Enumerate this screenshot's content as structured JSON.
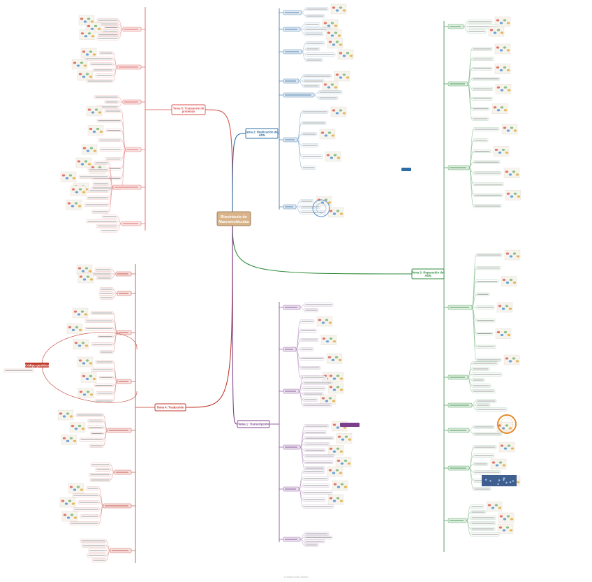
{
  "center": {
    "label_line1": "Biosíntesis de",
    "label_line2": "Macromoléculas",
    "fill": "#d9b48a",
    "stroke": "#8a6a44",
    "text_color": "#ffffff"
  },
  "branches": [
    {
      "id": "tema5",
      "prefix": "Tema 5:",
      "title_line1": "Transporte de",
      "title_line2": "proteínas",
      "color": "#d9534f"
    },
    {
      "id": "tema2",
      "prefix": "Tema 2:",
      "title_line1": "Replicación del",
      "title_line2": "ADN",
      "color": "#2e6da4"
    },
    {
      "id": "tema3",
      "prefix": "Tema 3:",
      "title_line1": "Reparación del",
      "title_line2": "ADN",
      "color": "#2e8b3d"
    },
    {
      "id": "tema4",
      "prefix": "Tema 4:",
      "title_line1": "Traducción",
      "title_line2": "",
      "color": "#c0392b"
    },
    {
      "id": "tema1",
      "prefix": "Tema 1:",
      "title_line1": "Transcripción",
      "title_line2": "",
      "color": "#7b3f8c"
    }
  ],
  "callout": {
    "label": "Código genético"
  },
  "footer": "Created with XMind"
}
